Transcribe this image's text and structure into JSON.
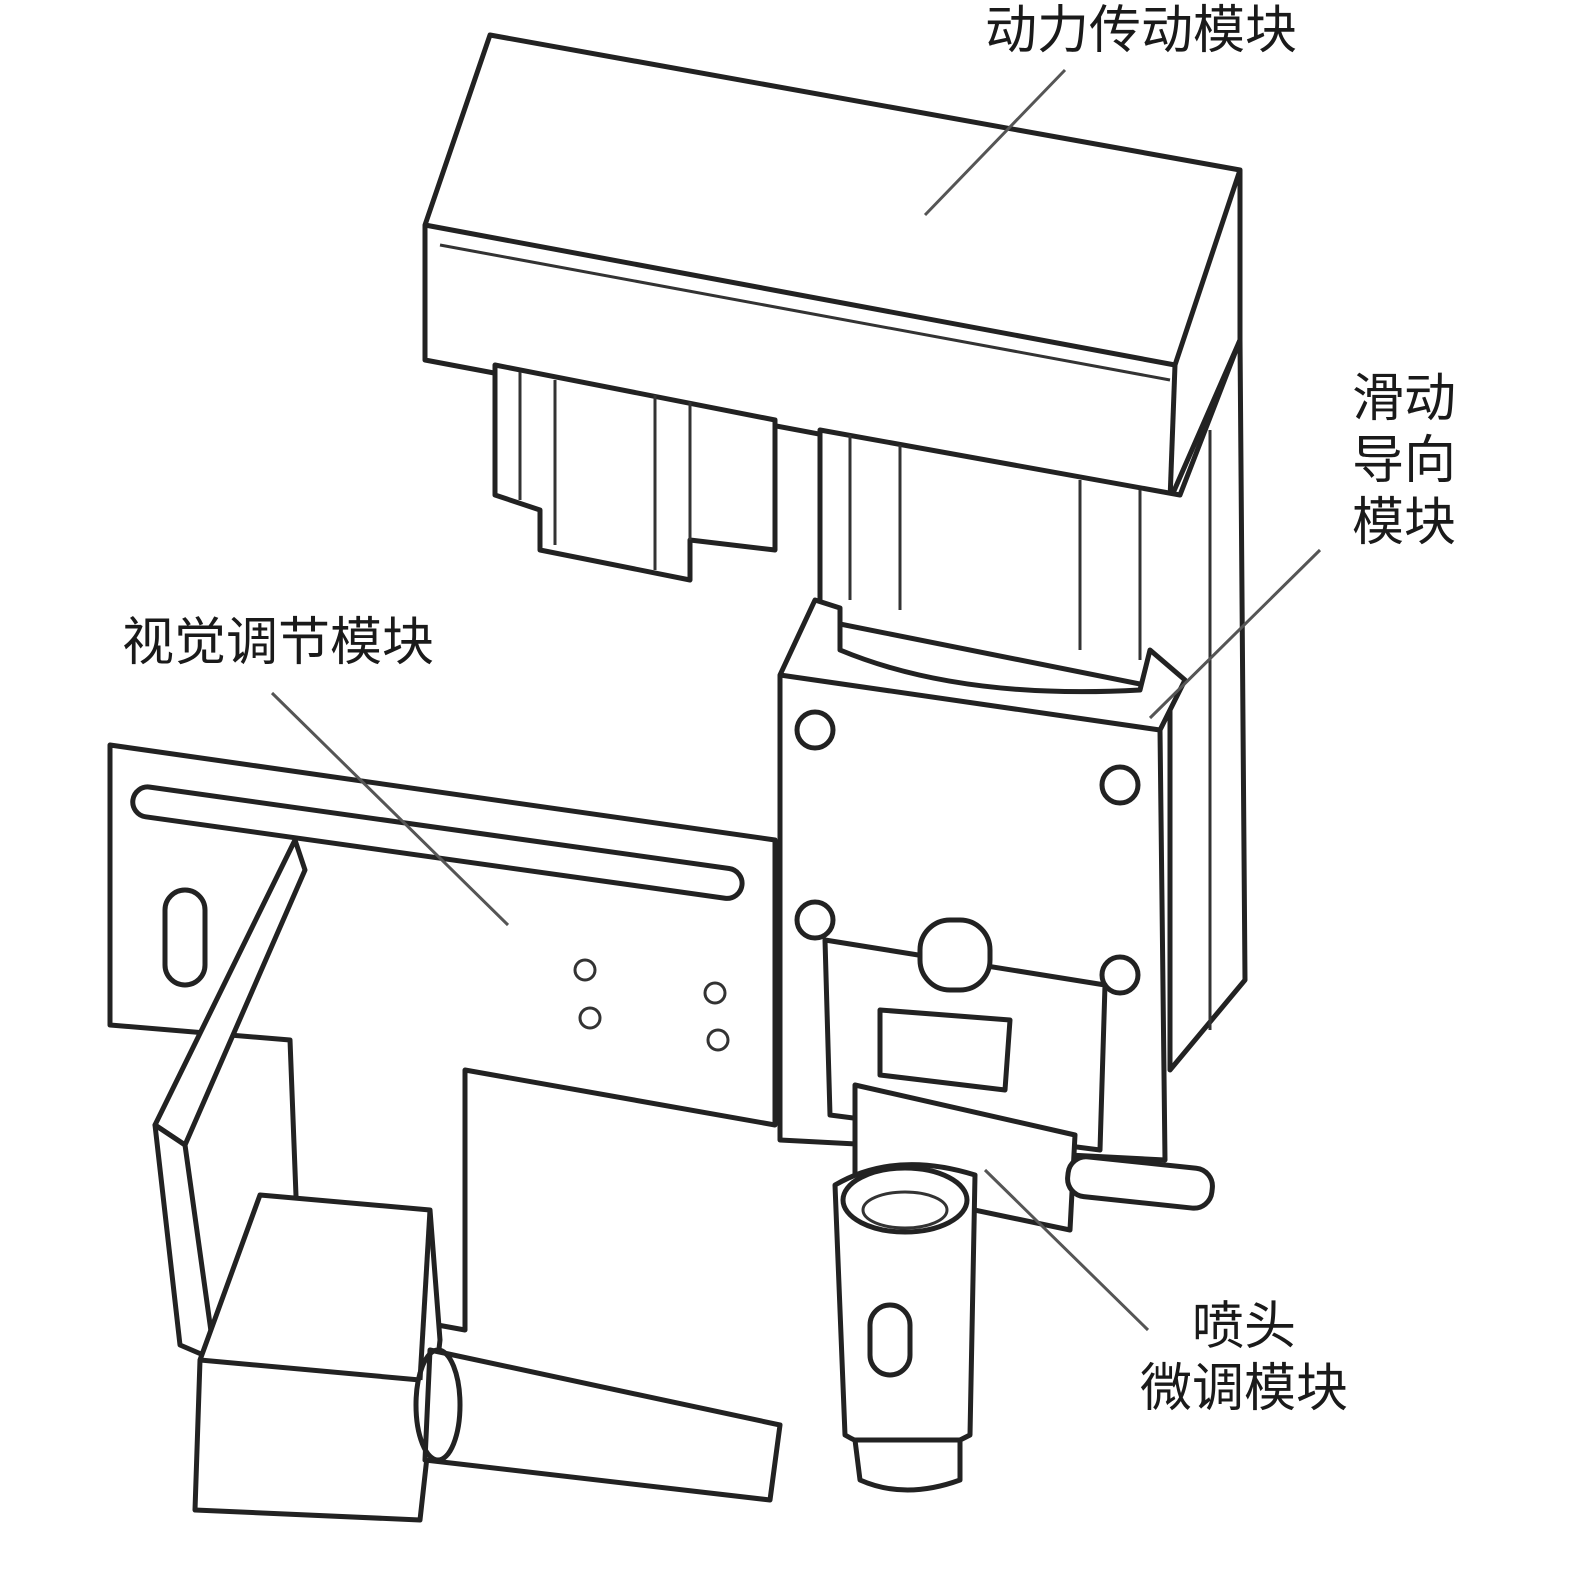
{
  "labels": {
    "power": "动力传动模块",
    "slide_line1": "滑动",
    "slide_line2": "导向",
    "slide_line3": "模块",
    "visual": "视觉调节模块",
    "nozzle_line1": "喷头",
    "nozzle_line2": "微调模块"
  }
}
